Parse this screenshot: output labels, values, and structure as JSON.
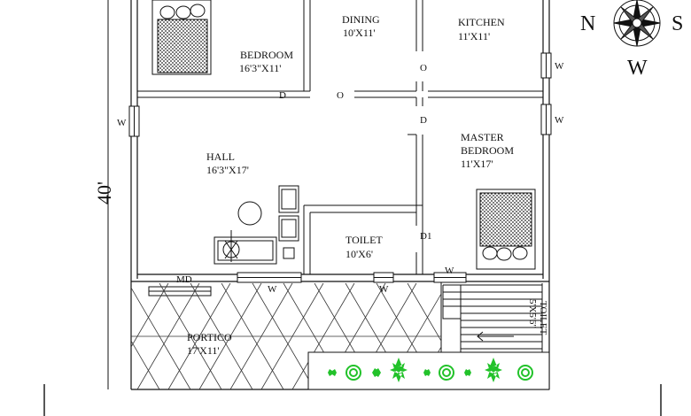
{
  "rooms": {
    "bedroom": {
      "name": "BEDROOM",
      "size": "16'3\"X11'"
    },
    "dining": {
      "name": "DINING",
      "size": "10'X11'"
    },
    "kitchen": {
      "name": "KITCHEN",
      "size": "11'X11'"
    },
    "hall": {
      "name": "HALL",
      "size": "16'3\"X17'"
    },
    "master_bedroom": {
      "name_line1": "MASTER",
      "name_line2": "BEDROOM",
      "size": "11'X17'"
    },
    "toilet": {
      "name": "TOILET",
      "size": "10'X6'"
    },
    "portico": {
      "name": "PORTICO",
      "size": "17'X11'"
    },
    "stair_toilet": {
      "name": "TOILET",
      "size": "5'X5'6\""
    }
  },
  "marks": {
    "door": "D",
    "opening": "O",
    "window": "W",
    "main_door": "MD",
    "door1": "D1"
  },
  "dimension": {
    "depth": "40'"
  },
  "compass": {
    "n": "N",
    "s": "S",
    "w": "W"
  },
  "colors": {
    "line": "#111111",
    "plant": "#22c22a",
    "hatch": "#333333"
  }
}
